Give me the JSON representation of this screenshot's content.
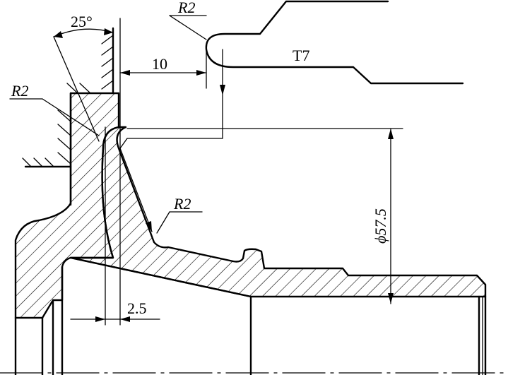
{
  "dimensions": {
    "angle": "25°",
    "radius_tool_tip": "R2",
    "radius_left": "R2",
    "radius_cone": "R2",
    "offset_horizontal": "10",
    "offset_bottom": "2.5",
    "diameter": "ϕ57.5"
  },
  "labels": {
    "tool": "T7"
  }
}
